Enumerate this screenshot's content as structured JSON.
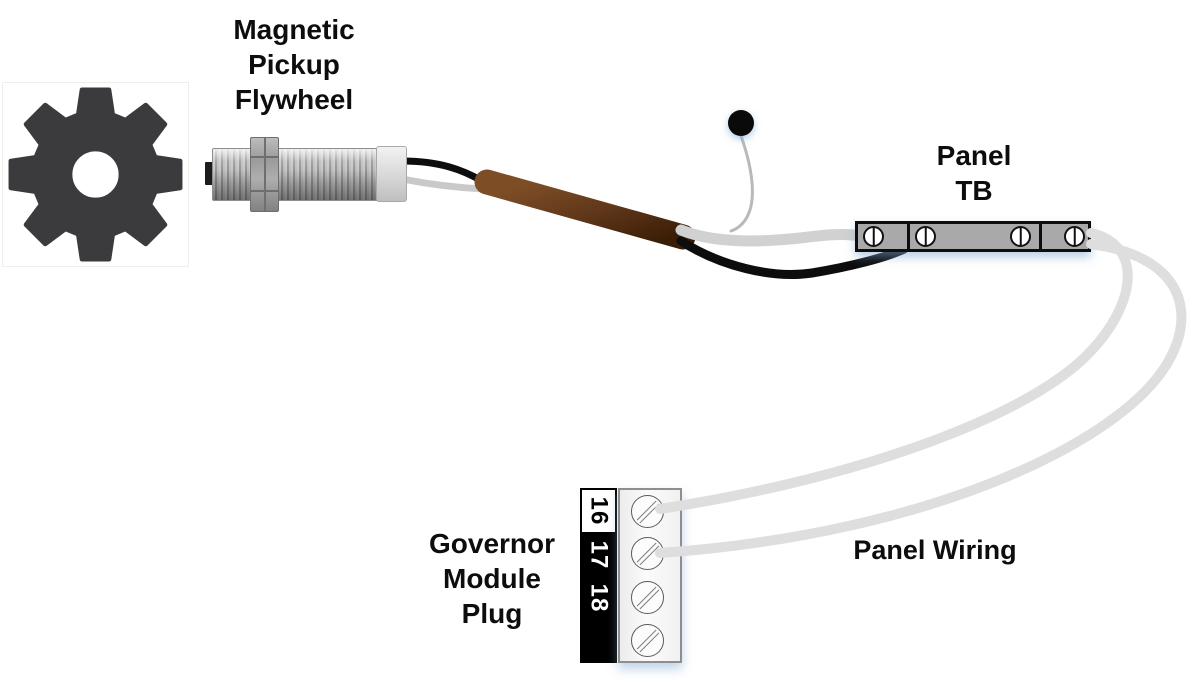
{
  "labels": {
    "flywheel": "Magnetic\nPickup\nFlywheel",
    "panel_tb": "Panel\nTB",
    "panel_wiring": "Panel Wiring",
    "governor_plug": "Governor\nModule\nPlug"
  },
  "plug": {
    "terminals": [
      {
        "number": "16",
        "variant": "light"
      },
      {
        "number": "17",
        "variant": "dark"
      },
      {
        "number": "18",
        "variant": "dark"
      },
      {
        "number": "",
        "variant": "dark"
      }
    ]
  },
  "colors": {
    "gear": "#3b3b3d",
    "wire_black": "#0d0d0d",
    "wire_white": "#c9c9c9",
    "wire_gray": "#d1d1d1",
    "wire_panel": "#dedede",
    "probe_wire": "#b9b9b9",
    "probe_dot": "#0a0a0a",
    "sleeve_brown": "#5e3414",
    "terminal_block": "#a9a9a9"
  }
}
